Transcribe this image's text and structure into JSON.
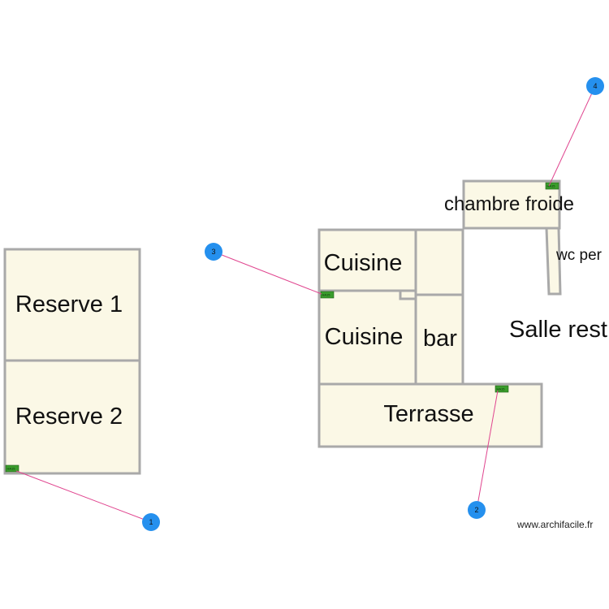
{
  "rooms": {
    "reserve1": "Reserve 1",
    "reserve2": "Reserve 2",
    "cuisine_top": "Cuisine",
    "cuisine_bottom": "Cuisine",
    "bar": "bar",
    "chambre_froide": "chambre froide",
    "wc_perso": "wc per",
    "salle_restaurant": "Salle rest",
    "terrasse": "Terrasse"
  },
  "markers": [
    "1",
    "2",
    "3",
    "4"
  ],
  "tag_text": "HA15",
  "watermark": "www.archifacile.fr",
  "colors": {
    "room_fill": "#fbf8e6",
    "wall": "#a9a9a9",
    "marker": "#2590ee",
    "leader": "#e0458f",
    "tag": "#3a9d2c"
  }
}
